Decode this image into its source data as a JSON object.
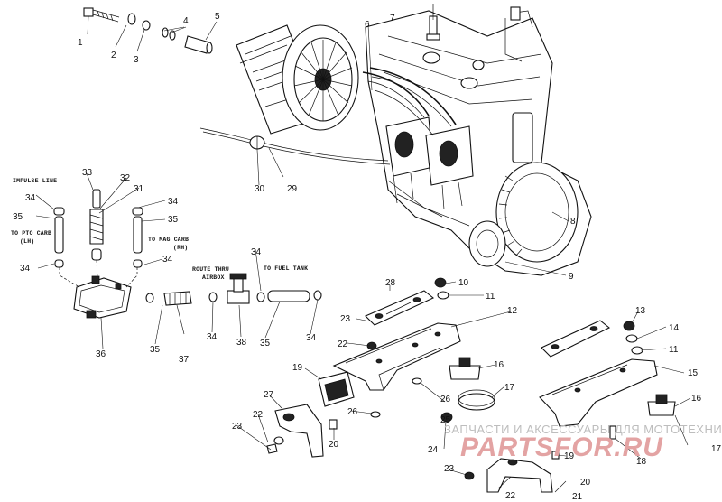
{
  "callouts": [
    "1",
    "2",
    "3",
    "4",
    "5",
    "6",
    "7",
    "8",
    "9",
    "10",
    "11",
    "12",
    "13",
    "14",
    "15",
    "16",
    "17",
    "18",
    "19",
    "20",
    "21",
    "22",
    "23",
    "24",
    "25",
    "26",
    "27",
    "28",
    "29",
    "30",
    "31",
    "32",
    "33",
    "34",
    "35",
    "36",
    "37",
    "38"
  ],
  "notes": {
    "impulse_line": "IMPULSE LINE",
    "to_pto_carb": "TO PTO CARB",
    "to_pto_carb_side": "(LH)",
    "to_mag_carb": "TO MAG CARB",
    "to_mag_carb_side": "(RH)",
    "route_thru": "ROUTE THRU",
    "airbox": "AIRBOX",
    "to_fuel_tank": "TO FUEL TANK"
  },
  "watermark": {
    "line1": "ЗАПЧАСТИ И АКСЕССУАРЫ ДЛЯ МОТОТЕХНИКИ",
    "line2": "PARTSFOR.RU"
  }
}
